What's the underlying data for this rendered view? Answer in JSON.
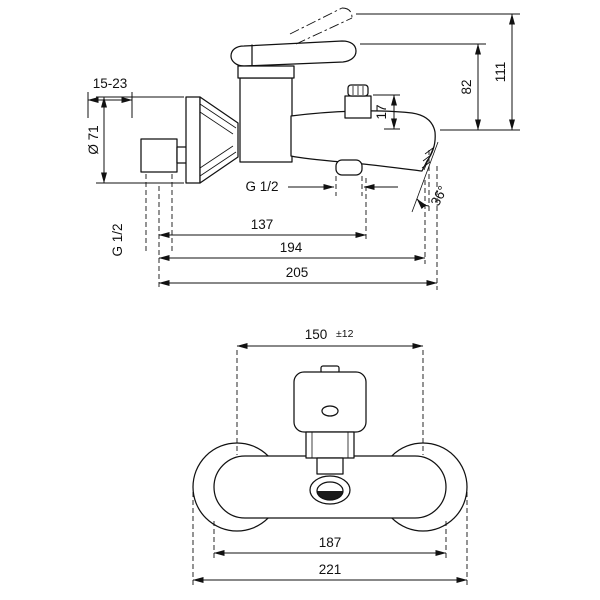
{
  "drawing": {
    "background": "#ffffff",
    "line_color": "#111111"
  },
  "side": {
    "d15_23": "15-23",
    "dphi71": "Ø 71",
    "dg12_wall": "G 1/2",
    "d17": "17",
    "d82": "82",
    "d111": "111",
    "dg12_spout": "G 1/2",
    "d36": "36°",
    "d137": "137",
    "d194": "194",
    "d205": "205"
  },
  "front": {
    "d150": "150",
    "d150_tol": "±12",
    "d187": "187",
    "d221": "221"
  }
}
